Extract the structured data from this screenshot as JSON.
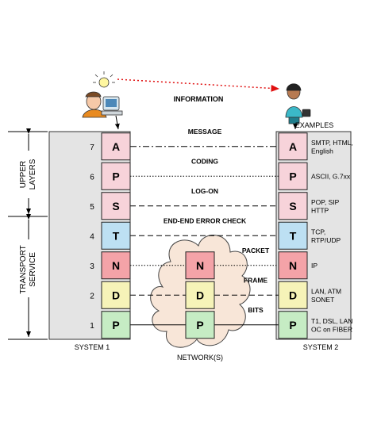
{
  "information_label": "INFORMATION",
  "examples_header": "EXAMPLES",
  "system1_label": "SYSTEM 1",
  "system2_label": "SYSTEM 2",
  "network_label": "NETWORK(S)",
  "upper_layers_label": "UPPER LAYERS",
  "transport_service_label": "TRANSPORT SERVICE",
  "layers": [
    {
      "num": "7",
      "letter": "A",
      "color": "#f7d3da",
      "connection": "MESSAGE",
      "line": "dashdot",
      "examples": [
        "SMTP, HTML,",
        "English"
      ]
    },
    {
      "num": "6",
      "letter": "P",
      "color": "#f7d3da",
      "connection": "CODING",
      "line": "dotted",
      "examples": [
        "ASCII, G.7xx"
      ]
    },
    {
      "num": "5",
      "letter": "S",
      "color": "#f7d3da",
      "connection": "LOG-ON",
      "line": "dashed",
      "examples": [
        "POP, SIP",
        "HTTP"
      ]
    },
    {
      "num": "4",
      "letter": "T",
      "color": "#bde0f3",
      "connection": "END-END ERROR CHECK",
      "line": "dashed",
      "examples": [
        "TCP,",
        "RTP/UDP"
      ]
    },
    {
      "num": "3",
      "letter": "N",
      "color": "#f4a3a8",
      "connection": "PACKET",
      "line": "dotted",
      "examples": [
        "IP"
      ]
    },
    {
      "num": "2",
      "letter": "D",
      "color": "#f6f3b8",
      "connection": "FRAME",
      "line": "dashed",
      "examples": [
        "LAN, ATM",
        "SONET"
      ]
    },
    {
      "num": "1",
      "letter": "P",
      "color": "#c6ecc4",
      "connection": "BITS",
      "line": "solid",
      "examples": [
        "T1, DSL, LAN",
        "OC on FIBER"
      ]
    }
  ]
}
